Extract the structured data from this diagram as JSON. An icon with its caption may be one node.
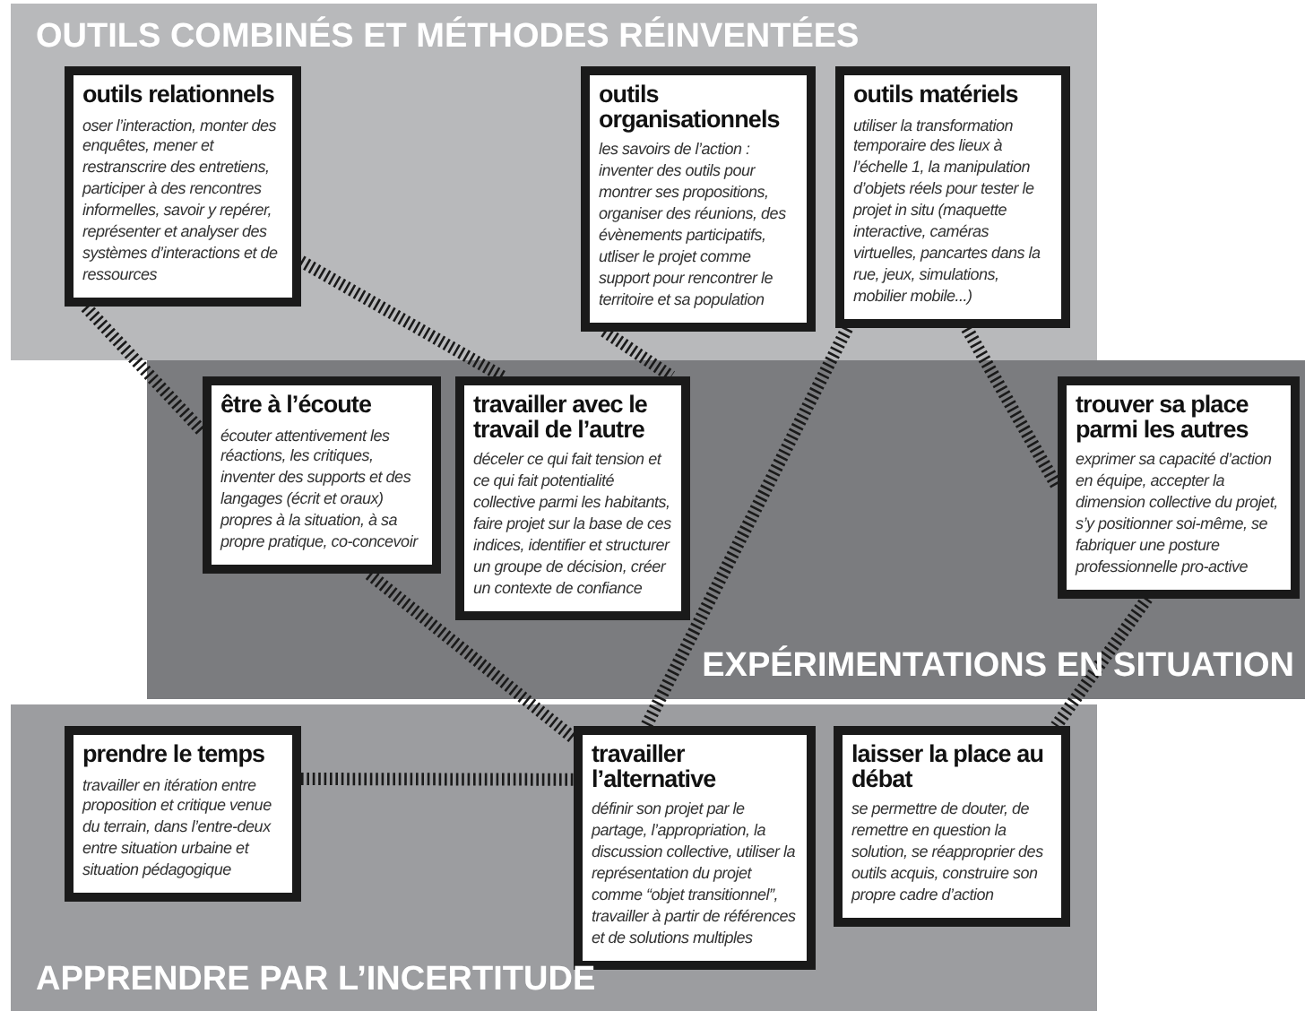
{
  "diagram": {
    "nodes": [
      {
        "text": [
          "OUTILS COMBINÉS ET MÉTHODES RÉINVENTÉES"
        ]
      },
      {
        "text": [
          "outils relationnels",
          "oser l’interaction, monter des enquêtes, mener et restranscrire des entretiens, participer à des rencontres informelles, savoir y repérer, représenter et analyser des systèmes d’interactions et de ressources"
        ],
        "in": 0
      },
      {
        "text": [
          "outils organisationnels",
          "les savoirs de l’action : inventer des outils pour montrer ses propositions, organiser des réunions, des évènements participatifs, utliser le projet comme support pour rencontrer le territoire et sa population"
        ],
        "in": 0
      },
      {
        "text": [
          "outils matériels",
          "utiliser la transformation temporaire des lieux à l’échelle 1, la manipulation d’objets réels pour tester le projet in situ (maquette interactive, caméras virtuelles, pancartes dans la rue, jeux, simulations, mobilier mobile...)"
        ],
        "in": 0
      },
      {
        "text": [
          "EXPÉRIMENTATIONS EN SITUATION"
        ]
      },
      {
        "text": [
          "être à l’écoute",
          "écouter attentivement les réactions, les critiques, inventer des supports et des langages (écrit et oraux) propres à la situation, à sa propre pratique, co-concevoir"
        ],
        "in": 4
      },
      {
        "text": [
          "travailler avec le travail de l’autre",
          "déceler ce qui fait tension et ce qui fait potentialité collective parmi les habitants, faire projet sur la base de ces indices, identifier et structurer un groupe de décision, créer un contexte de confiance"
        ],
        "in": 4
      },
      {
        "text": [
          "trouver sa place parmi les autres",
          "exprimer sa capacité d’action en équipe, accepter la dimension collective du projet, s’y positionner soi-même, se fabriquer une posture professionnelle pro-active"
        ],
        "in": 4
      },
      {
        "text": [
          "APPRENDRE PAR L’INCERTITUDE"
        ]
      },
      {
        "text": [
          "prendre le temps",
          "travailler en itération entre proposition et critique venue du terrain, dans l’entre-deux entre situation urbaine et situation pédagogique"
        ],
        "in": 8
      },
      {
        "text": [
          "travailler l’alternative",
          "définir son projet par le partage, l’appropriation, la discussion collective, utiliser la représentation du projet comme “objet transitionnel”, travailler à partir de références et de solutions multiples"
        ],
        "in": 8
      },
      {
        "text": [
          "laisser la place au débat",
          "se permettre de douter, de remettre en question la solution, se réapproprier des outils acquis, construire son propre cadre d’action"
        ],
        "in": 8
      }
    ],
    "edges": [
      {
        "from": 1,
        "to": 6,
        "arrow": "none",
        "style": "dashed"
      },
      {
        "from": 1,
        "to": 5,
        "arrow": "none",
        "style": "dashed"
      },
      {
        "from": 2,
        "to": 6,
        "arrow": "none",
        "style": "dashed"
      },
      {
        "from": 5,
        "to": 10,
        "arrow": "none",
        "style": "dashed"
      },
      {
        "from": 3,
        "to": 10,
        "arrow": "none",
        "style": "dashed"
      },
      {
        "from": 3,
        "to": 7,
        "arrow": "none",
        "style": "dashed"
      },
      {
        "from": 7,
        "to": 11,
        "arrow": "none",
        "style": "dashed"
      },
      {
        "from": 9,
        "to": 10,
        "arrow": "none",
        "style": "dashed"
      }
    ]
  }
}
